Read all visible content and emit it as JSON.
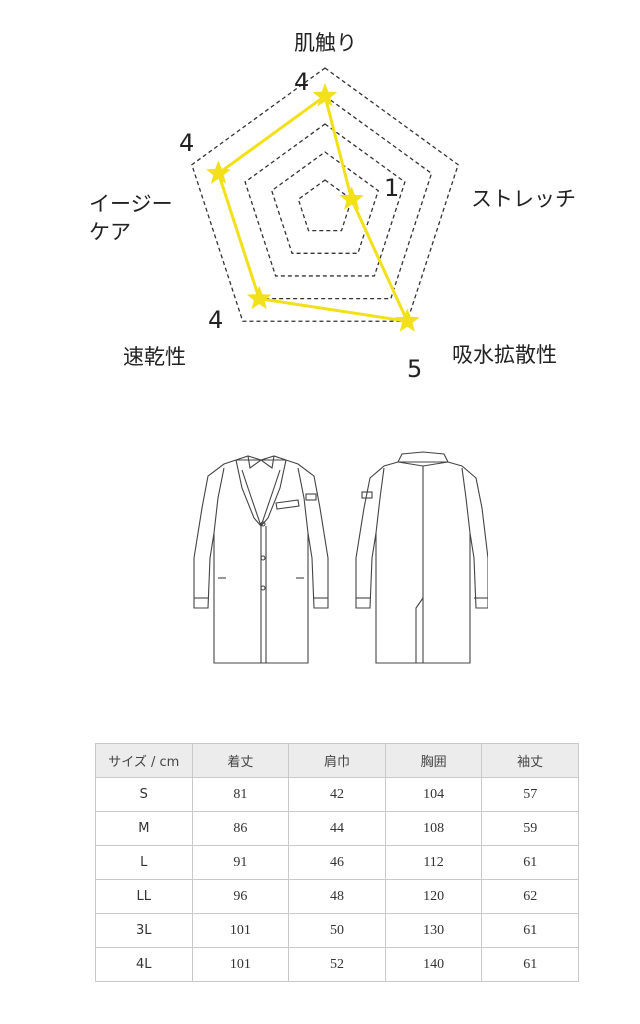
{
  "chart_data": {
    "type": "radar",
    "axes": [
      "肌触り",
      "ストレッチ",
      "吸水拡散性",
      "速乾性",
      "イージーケア"
    ],
    "values": [
      4,
      1,
      5,
      4,
      4
    ],
    "value_labels": [
      "4",
      "1",
      "5",
      "4",
      "4"
    ],
    "range": [
      0,
      5
    ],
    "rings": 5,
    "colors": {
      "series": "#f2e11a",
      "grid": "#333333"
    }
  },
  "illustration": {
    "front_icon": "lab-coat-front-icon",
    "back_icon": "lab-coat-back-icon"
  },
  "size_table": {
    "headers": [
      "サイズ / cm",
      "着丈",
      "肩巾",
      "胸囲",
      "袖丈"
    ],
    "rows": [
      [
        "S",
        "81",
        "42",
        "104",
        "57"
      ],
      [
        "M",
        "86",
        "44",
        "108",
        "59"
      ],
      [
        "L",
        "91",
        "46",
        "112",
        "61"
      ],
      [
        "LL",
        "96",
        "48",
        "120",
        "62"
      ],
      [
        "3L",
        "101",
        "50",
        "130",
        "61"
      ],
      [
        "4L",
        "101",
        "52",
        "140",
        "61"
      ]
    ]
  }
}
